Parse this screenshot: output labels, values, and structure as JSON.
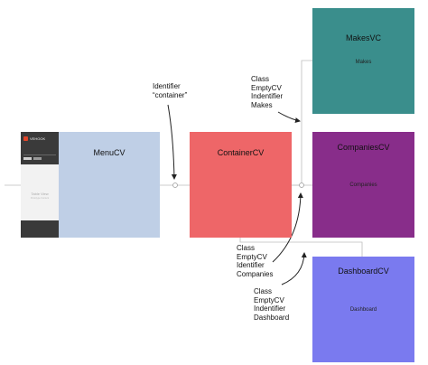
{
  "scenes": {
    "menu": {
      "title": "MenuCV",
      "sidebar_brand": "VEHOOK",
      "sidebar_subbrand": "",
      "table_title": "Table View",
      "table_subtitle": "Prototype Content",
      "color": "#bfcfe6"
    },
    "container": {
      "title": "ContainerCV",
      "color": "#ee6668"
    },
    "makes": {
      "title": "MakesVC",
      "subtitle": "Makes",
      "color": "#3a8e8c"
    },
    "companies": {
      "title": "CompaniesCV",
      "subtitle": "Companies",
      "color": "#882d8a"
    },
    "dashboard": {
      "title": "DashboardCV",
      "subtitle": "Dashboard",
      "color": "#7a7aef"
    }
  },
  "annotations": {
    "container": [
      "Identifier",
      "“container”"
    ],
    "makes": [
      "Class",
      "EmptyCV",
      "Indentifier",
      "Makes"
    ],
    "companies": [
      "Class",
      "EmptyCV",
      "Identifier",
      "Companies"
    ],
    "dashboard": [
      "Class",
      "EmptyCV",
      "Indentifier",
      "Dashboard"
    ]
  }
}
